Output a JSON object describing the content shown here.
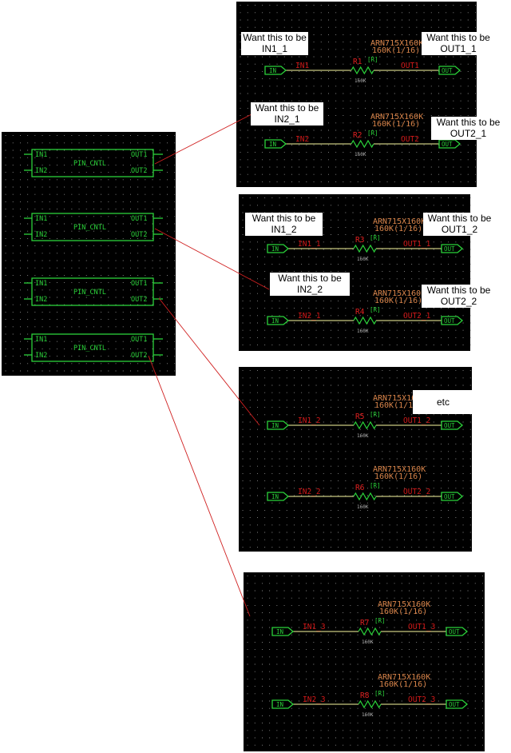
{
  "colors": {
    "background": "#000000",
    "grid_dot": "#9a9a9a",
    "green": "#2bd23a",
    "wire": "#c8c880",
    "net_red": "#d01818",
    "ref_red": "#e02020",
    "part_orange": "#d8844a",
    "small_text": "#b0b0b0",
    "leader_line": "#d02020",
    "callout_bg": "#ffffff"
  },
  "hier_block": {
    "pins_in": [
      "IN1",
      "IN2"
    ],
    "pins_out": [
      "OUT1",
      "OUT2"
    ],
    "name": "PIN_CNTL",
    "count": 4
  },
  "port_labels": {
    "in": "IN",
    "out": "OUT"
  },
  "resistor_common": {
    "part": "ARN715X160K",
    "value": "160K(1/16)",
    "bracket": "[R]",
    "small": "160K"
  },
  "panels": [
    {
      "rows": [
        {
          "ref": "R1",
          "in_net": "IN1",
          "out_net": "OUT1"
        },
        {
          "ref": "R2",
          "in_net": "IN2",
          "out_net": "OUT2"
        }
      ]
    },
    {
      "rows": [
        {
          "ref": "R3",
          "in_net": "IN1_1",
          "out_net": "OUT1_1"
        },
        {
          "ref": "R4",
          "in_net": "IN2_1",
          "out_net": "OUT2_1"
        }
      ]
    },
    {
      "rows": [
        {
          "ref": "R5",
          "in_net": "IN1_2",
          "out_net": "OUT1_2"
        },
        {
          "ref": "R6",
          "in_net": "IN2_2",
          "out_net": "OUT2_2"
        }
      ]
    },
    {
      "rows": [
        {
          "ref": "R7",
          "in_net": "IN1_3",
          "out_net": "OUT1_3"
        },
        {
          "ref": "R8",
          "in_net": "IN2_3",
          "out_net": "OUT2_3"
        }
      ]
    }
  ],
  "callouts": [
    {
      "lines": [
        "Want this to be",
        "IN1_1"
      ]
    },
    {
      "lines": [
        "Want this to be",
        "OUT1_1"
      ]
    },
    {
      "lines": [
        "Want this to be",
        "IN2_1"
      ]
    },
    {
      "lines": [
        "Want this to be",
        "OUT2_1"
      ]
    },
    {
      "lines": [
        "Want this to be",
        "IN1_2"
      ]
    },
    {
      "lines": [
        "Want this to be",
        "OUT1_2"
      ]
    },
    {
      "lines": [
        "Want this to be",
        "IN2_2"
      ]
    },
    {
      "lines": [
        "Want this to be",
        "OUT2_2"
      ]
    },
    {
      "lines": [
        "etc"
      ]
    }
  ]
}
